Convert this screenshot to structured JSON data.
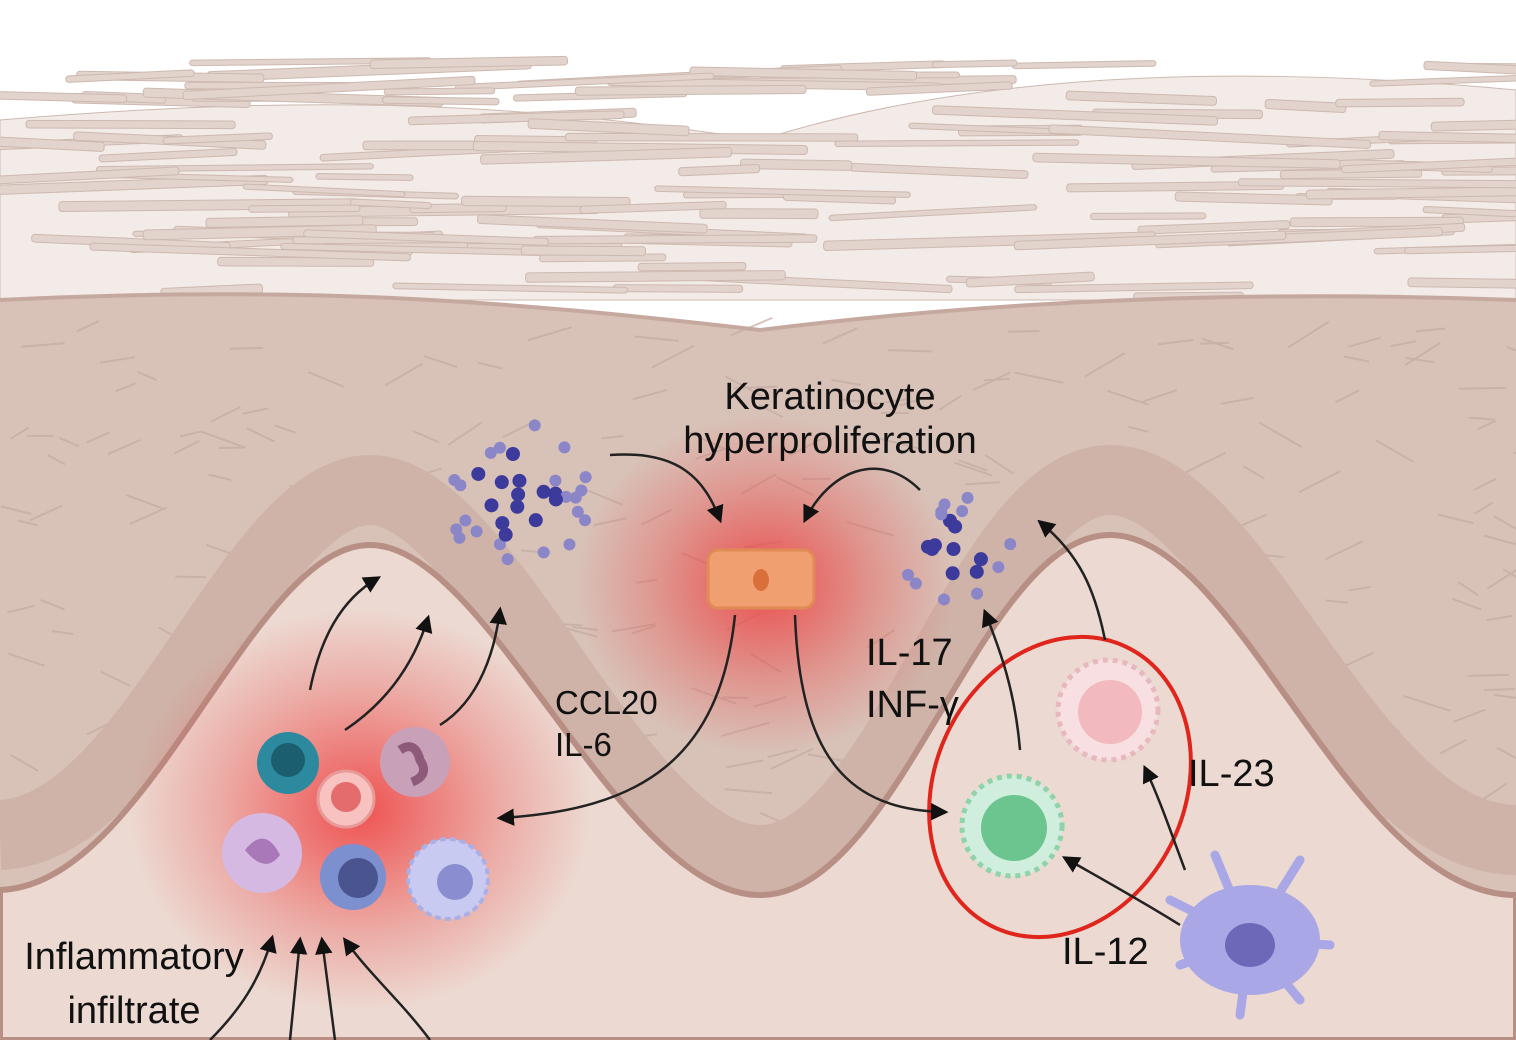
{
  "labels": {
    "keratinocyte_line1": "Keratinocyte",
    "keratinocyte_line2": "hyperproliferation",
    "ccl20": "CCL20",
    "il6": "IL-6",
    "il17": "IL-17",
    "infg": "INF-γ",
    "il23": "IL-23",
    "il12": "IL-12",
    "infiltrate_line1": "Inflammatory",
    "infiltrate_line2": "infiltrate"
  },
  "colors": {
    "corneum": "#e2d3cc",
    "epidermis": "#d8c2b8",
    "dermis": "#ecd9d1",
    "border": "#b78f84",
    "inflammation": "#ee3b3b",
    "highlight_ring": "#e0261c",
    "keratinocyte": "#f0a070",
    "th17_cell": "#6cc58e",
    "th1_cell": "#f2b9bf",
    "dendritic_cell": "#a9a7e6"
  }
}
